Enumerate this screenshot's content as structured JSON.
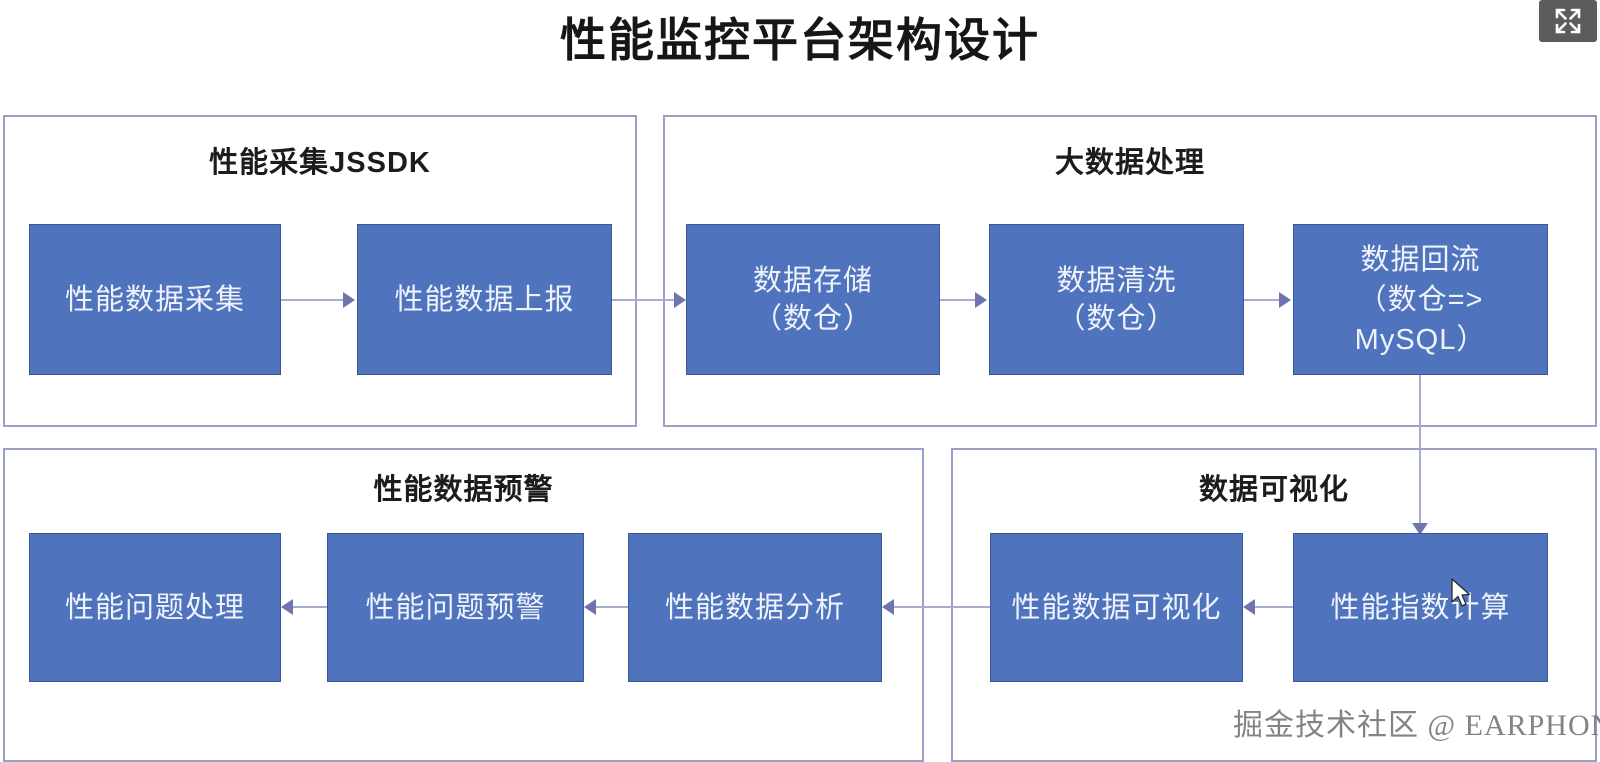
{
  "diagram": {
    "title": "性能监控平台架构设计",
    "accent_box_color": "#5073bd",
    "panel_border_color": "#9aa0c8",
    "connector_color": "#a9abd2",
    "arrow_color": "#6f74ae",
    "box_text_color": "#eef2fb"
  },
  "toolbar": {
    "fullscreen_label": "fullscreen-icon"
  },
  "panels": [
    {
      "id": "collect",
      "title": "性能采集JSSDK",
      "boxes": [
        {
          "label": "性能数据采集"
        },
        {
          "label": "性能数据上报"
        }
      ]
    },
    {
      "id": "bigdata",
      "title": "大数据处理",
      "boxes": [
        {
          "label": "数据存储\n（数仓）"
        },
        {
          "label": "数据清洗\n（数仓）"
        },
        {
          "label": "数据回流\n（数仓=>\nMySQL）"
        }
      ]
    },
    {
      "id": "alert",
      "title": "性能数据预警",
      "boxes": [
        {
          "label": "性能问题处理"
        },
        {
          "label": "性能问题预警"
        },
        {
          "label": "性能数据分析"
        }
      ]
    },
    {
      "id": "visual",
      "title": "数据可视化",
      "boxes": [
        {
          "label": "性能数据可视化"
        },
        {
          "label": "性能指数计算"
        }
      ]
    }
  ],
  "watermark": "掘金技术社区 @ EARPHONE"
}
